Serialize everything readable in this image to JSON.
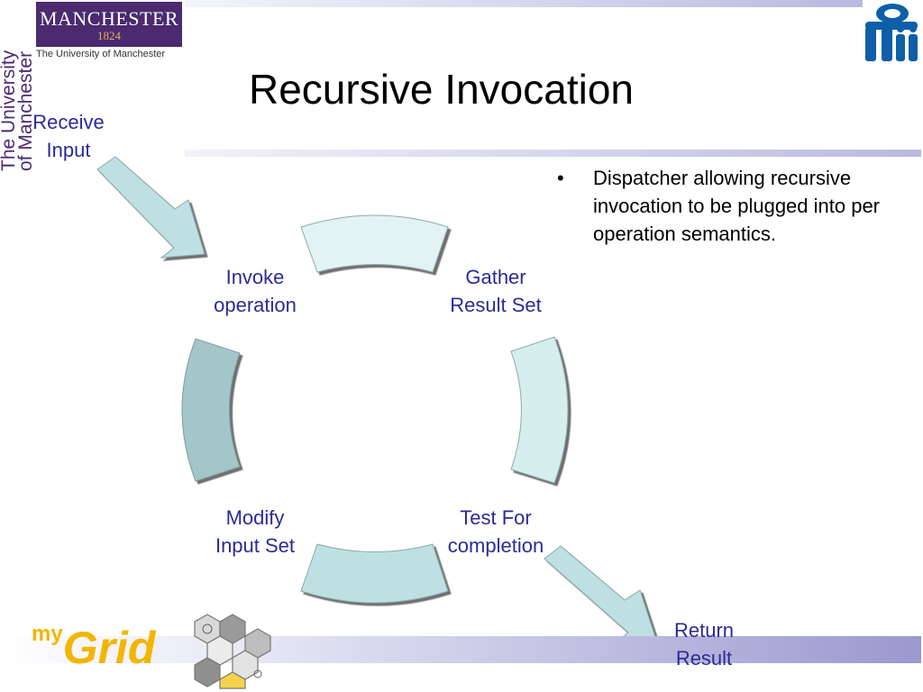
{
  "slide": {
    "title": "Recursive Invocation",
    "bullets": [
      "Dispatcher allowing recursive invocation to be plugged into per operation semantics."
    ]
  },
  "branding": {
    "university_name": "MANCHESTER",
    "university_year": "1824",
    "university_subtitle": "The University of Manchester",
    "vertical_text_line1": "The University",
    "vertical_text_line2": "of Manchester",
    "footer_logo_my": "my",
    "footer_logo_grid": "Grid",
    "footer_logo_icon": "hexagon-cubes-icon",
    "corner_logo_icon": "mii-logo-icon"
  },
  "diagram": {
    "entry_label": [
      "Receive",
      "Input"
    ],
    "exit_label": [
      "Return",
      "Result"
    ],
    "steps": [
      {
        "id": "invoke",
        "label": [
          "Invoke",
          "operation"
        ]
      },
      {
        "id": "gather",
        "label": [
          "Gather",
          "Result Set"
        ]
      },
      {
        "id": "test",
        "label": [
          "Test For",
          "completion"
        ]
      },
      {
        "id": "modify",
        "label": [
          "Modify",
          "Input Set"
        ]
      }
    ]
  },
  "colors": {
    "label_text": "#2b2b96",
    "segment_fill": "#ddf0f0",
    "segment_fill_dark": "#a3c6c8",
    "arrow_fill": "#bfe0e3",
    "university_purple": "#4b2a70",
    "mygrid_yellow": "#f2b600",
    "mii_blue": "#0d5fa8"
  }
}
